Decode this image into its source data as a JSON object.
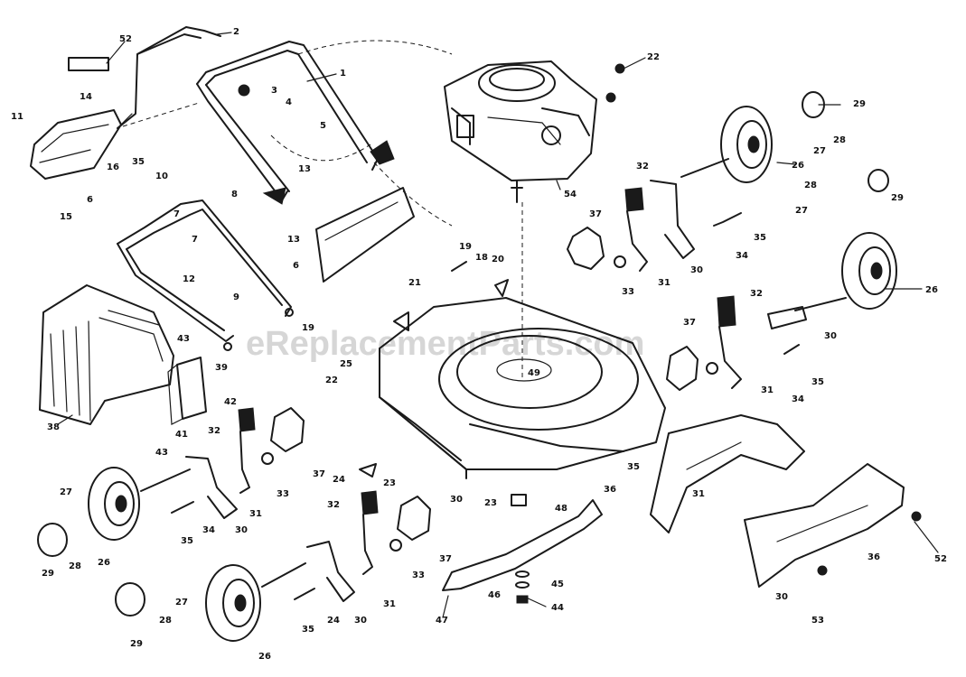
{
  "watermark": "eReplacementParts.com",
  "callouts": [
    {
      "id": "c52a",
      "label": "52"
    },
    {
      "id": "c2",
      "label": "2"
    },
    {
      "id": "c1",
      "label": "1"
    },
    {
      "id": "c3",
      "label": "3"
    },
    {
      "id": "c4",
      "label": "4"
    },
    {
      "id": "c5",
      "label": "5"
    },
    {
      "id": "c14",
      "label": "14"
    },
    {
      "id": "c11",
      "label": "11"
    },
    {
      "id": "c16",
      "label": "16"
    },
    {
      "id": "c35a",
      "label": "35"
    },
    {
      "id": "c10",
      "label": "10"
    },
    {
      "id": "c15",
      "label": "15"
    },
    {
      "id": "c6a",
      "label": "6"
    },
    {
      "id": "c13a",
      "label": "13"
    },
    {
      "id": "c8",
      "label": "8"
    },
    {
      "id": "c7a",
      "label": "7"
    },
    {
      "id": "c7b",
      "label": "7"
    },
    {
      "id": "c13b",
      "label": "13"
    },
    {
      "id": "c12",
      "label": "12"
    },
    {
      "id": "c6b",
      "label": "6"
    },
    {
      "id": "c9",
      "label": "9"
    },
    {
      "id": "c22a",
      "label": "22"
    },
    {
      "id": "c54",
      "label": "54"
    },
    {
      "id": "c29a",
      "label": "29"
    },
    {
      "id": "c27a",
      "label": "27"
    },
    {
      "id": "c28a",
      "label": "28"
    },
    {
      "id": "c26a",
      "label": "26"
    },
    {
      "id": "c32a",
      "label": "32"
    },
    {
      "id": "c29b",
      "label": "29"
    },
    {
      "id": "c28b",
      "label": "28"
    },
    {
      "id": "c27b",
      "label": "27"
    },
    {
      "id": "c37a",
      "label": "37"
    },
    {
      "id": "c19a",
      "label": "19"
    },
    {
      "id": "c18",
      "label": "18"
    },
    {
      "id": "c20",
      "label": "20"
    },
    {
      "id": "c31a",
      "label": "31"
    },
    {
      "id": "c30a",
      "label": "30"
    },
    {
      "id": "c34a",
      "label": "34"
    },
    {
      "id": "c35b",
      "label": "35"
    },
    {
      "id": "c33a",
      "label": "33"
    },
    {
      "id": "c26b",
      "label": "26"
    },
    {
      "id": "c21",
      "label": "21"
    },
    {
      "id": "c19b",
      "label": "19"
    },
    {
      "id": "c32b",
      "label": "32"
    },
    {
      "id": "c30b",
      "label": "30"
    },
    {
      "id": "c37b",
      "label": "37"
    },
    {
      "id": "c49",
      "label": "49"
    },
    {
      "id": "c35c",
      "label": "35"
    },
    {
      "id": "c34b",
      "label": "34"
    },
    {
      "id": "c31b",
      "label": "31"
    },
    {
      "id": "c43a",
      "label": "43"
    },
    {
      "id": "c39",
      "label": "39"
    },
    {
      "id": "c25",
      "label": "25"
    },
    {
      "id": "c22b",
      "label": "22"
    },
    {
      "id": "c42",
      "label": "42"
    },
    {
      "id": "c38",
      "label": "38"
    },
    {
      "id": "c41",
      "label": "41"
    },
    {
      "id": "c43b",
      "label": "43"
    },
    {
      "id": "c32c",
      "label": "32"
    },
    {
      "id": "c37c",
      "label": "37"
    },
    {
      "id": "c33b",
      "label": "33"
    },
    {
      "id": "c24a",
      "label": "24"
    },
    {
      "id": "c23a",
      "label": "23"
    },
    {
      "id": "c27c",
      "label": "27"
    },
    {
      "id": "c30c",
      "label": "30"
    },
    {
      "id": "c31c",
      "label": "31"
    },
    {
      "id": "c34c",
      "label": "34"
    },
    {
      "id": "c35d",
      "label": "35"
    },
    {
      "id": "c26c",
      "label": "26"
    },
    {
      "id": "c28c",
      "label": "28"
    },
    {
      "id": "c29c",
      "label": "29"
    },
    {
      "id": "c32d",
      "label": "32"
    },
    {
      "id": "c23b",
      "label": "23"
    },
    {
      "id": "c48",
      "label": "48"
    },
    {
      "id": "c30d",
      "label": "30"
    },
    {
      "id": "c36a",
      "label": "36"
    },
    {
      "id": "c35e",
      "label": "35"
    },
    {
      "id": "c31d",
      "label": "31"
    },
    {
      "id": "c37d",
      "label": "37"
    },
    {
      "id": "c33c",
      "label": "33"
    },
    {
      "id": "c30e",
      "label": "30"
    },
    {
      "id": "c31e",
      "label": "31"
    },
    {
      "id": "c24b",
      "label": "24"
    },
    {
      "id": "c35f",
      "label": "35"
    },
    {
      "id": "c45",
      "label": "45"
    },
    {
      "id": "c46",
      "label": "46"
    },
    {
      "id": "c44",
      "label": "44"
    },
    {
      "id": "c47",
      "label": "47"
    },
    {
      "id": "c27d",
      "label": "27"
    },
    {
      "id": "c28d",
      "label": "28"
    },
    {
      "id": "c29d",
      "label": "29"
    },
    {
      "id": "c26d",
      "label": "26"
    },
    {
      "id": "c36b",
      "label": "36"
    },
    {
      "id": "c52b",
      "label": "52"
    },
    {
      "id": "c53",
      "label": "53"
    },
    {
      "id": "c30f",
      "label": "30"
    }
  ]
}
